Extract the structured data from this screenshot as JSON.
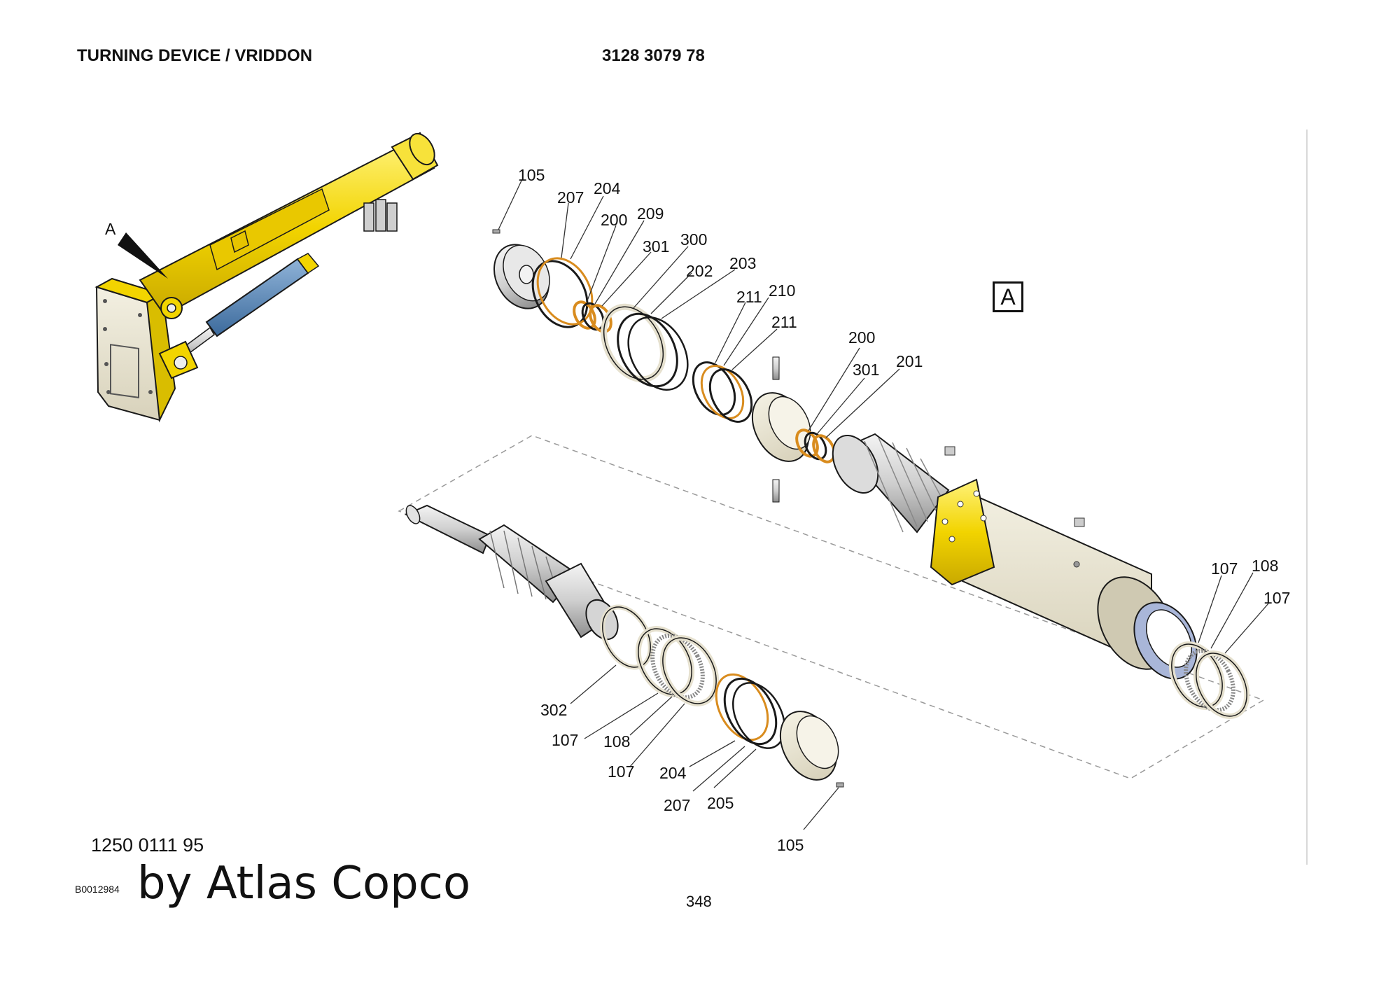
{
  "header": {
    "title": "TURNING DEVICE / VRIDDON",
    "part_number": "3128 3079 78"
  },
  "overview": {
    "marker_label": "A"
  },
  "detail_reference": "A",
  "callouts": [
    "105",
    "207",
    "204",
    "200",
    "209",
    "301",
    "300",
    "202",
    "203",
    "211",
    "210",
    "211",
    "200",
    "301",
    "201",
    "107",
    "108",
    "107",
    "302",
    "107",
    "108",
    "107",
    "204",
    "207",
    "205",
    "105"
  ],
  "footer": {
    "kit_number": "1250 0111 95",
    "drawing_id": "B0012984",
    "brand": "by Atlas Copco",
    "page": "348"
  },
  "colors": {
    "yellow": "#f2d400",
    "steel_blue": "#4f7fb0",
    "casting_beige": "#e6e1cf",
    "ring_orange": "#d98c1e",
    "nut_blue": "#a9b6d8",
    "outline": "#1a1a1a"
  }
}
